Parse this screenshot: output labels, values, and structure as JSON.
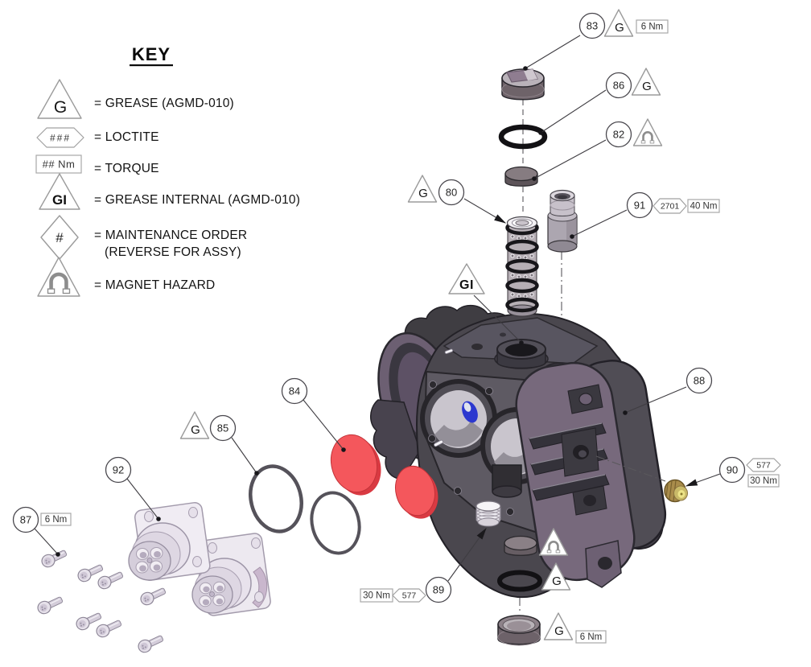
{
  "key": {
    "title": "KEY",
    "entries": [
      {
        "id": "grease",
        "symbol_text": "G",
        "label": "= GREASE (AGMD-010)"
      },
      {
        "id": "loctite",
        "symbol_text": "###",
        "label": "= LOCTITE"
      },
      {
        "id": "torque",
        "symbol_text": "## Nm",
        "label": "= TORQUE"
      },
      {
        "id": "grease-internal",
        "symbol_text": "GI",
        "label": "= GREASE INTERNAL (AGMD-010)"
      },
      {
        "id": "maintenance-order",
        "symbol_text": "#",
        "label": "= MAINTENANCE ORDER",
        "label_line2": "(REVERSE FOR ASSY)"
      },
      {
        "id": "magnet-hazard",
        "symbol_text": "",
        "label": "= MAGNET HAZARD"
      }
    ]
  },
  "callouts": {
    "c80": {
      "number": "80"
    },
    "c82": {
      "number": "82"
    },
    "c83": {
      "number": "83",
      "torque": "6 Nm"
    },
    "c84": {
      "number": "84"
    },
    "c85": {
      "number": "85"
    },
    "c86": {
      "number": "86"
    },
    "c87": {
      "number": "87",
      "torque": "6 Nm"
    },
    "c88": {
      "number": "88"
    },
    "c89": {
      "number": "89",
      "torque": "30 Nm",
      "loctite": "577"
    },
    "c90": {
      "number": "90",
      "torque": "30 Nm",
      "loctite": "577"
    },
    "c91": {
      "number": "91",
      "torque": "40 Nm",
      "loctite": "2701"
    },
    "c92": {
      "number": "92"
    },
    "bottom_cap": {
      "torque": "6 Nm"
    }
  },
  "colors": {
    "red_disc": "#f4575c",
    "brass_nut": "#a98c4b",
    "housing_dark": "#4a474e",
    "housing_purple": "#77697c",
    "blue_detail": "#2c38cf"
  }
}
